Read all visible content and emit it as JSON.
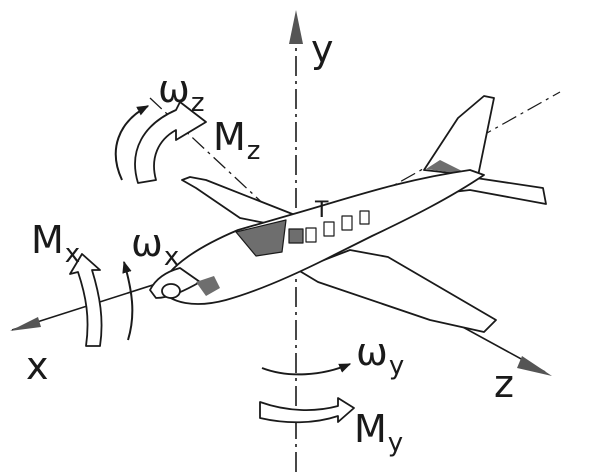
{
  "labels": {
    "y_axis": "y",
    "x_axis": "x",
    "z_axis": "z",
    "center_point": "T",
    "omega_z": {
      "symbol": "ω",
      "sub": "z"
    },
    "moment_z": {
      "symbol": "M",
      "sub": "z"
    },
    "moment_x": {
      "symbol": "M",
      "sub": "x"
    },
    "omega_x": {
      "symbol": "ω",
      "sub": "x"
    },
    "omega_y": {
      "symbol": "ω",
      "sub": "y"
    },
    "moment_y": {
      "symbol": "M",
      "sub": "y"
    }
  },
  "colors": {
    "ink": "#1a1a1a",
    "shade": "#6e6e6e",
    "paper": "#ffffff"
  }
}
